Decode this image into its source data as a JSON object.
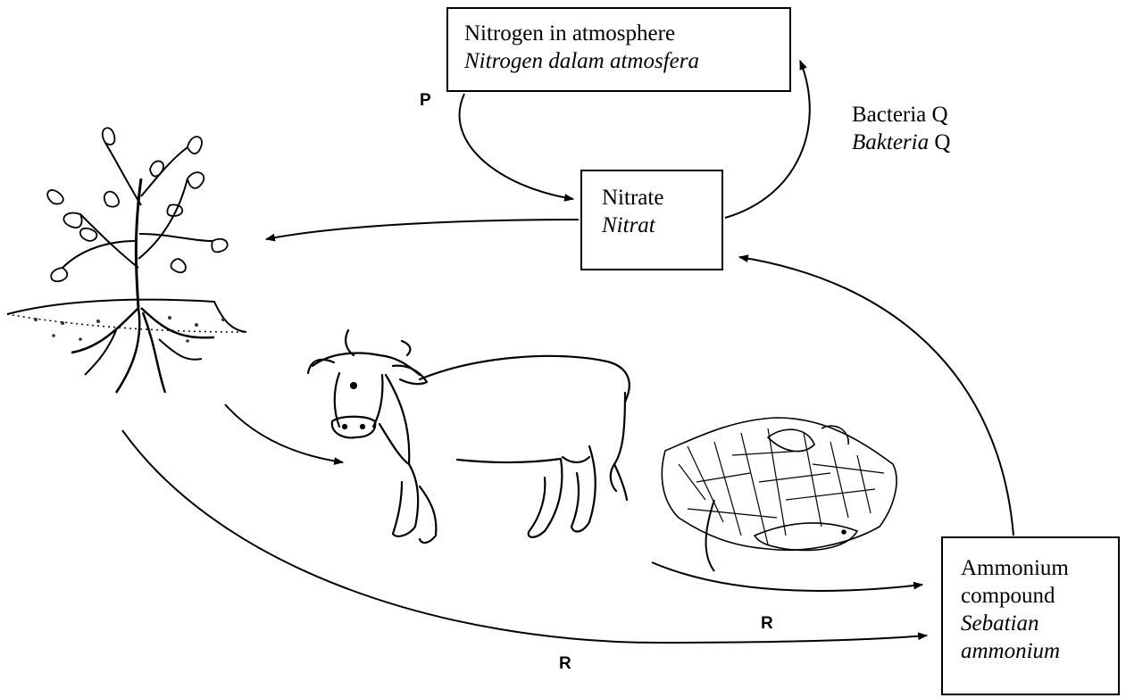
{
  "boxes": {
    "atmosphere": {
      "en": "Nitrogen in atmosphere",
      "ms": "Nitrogen dalam atmosfera"
    },
    "nitrate": {
      "en": "Nitrate",
      "ms": "Nitrat"
    },
    "ammonium": {
      "en_1": "Ammonium",
      "en_2": "compound",
      "ms_1": "Sebatian",
      "ms_2": "ammonium"
    }
  },
  "bacteria": {
    "en_word": "Bacteria",
    "ms_word": "Bakteria",
    "letter": "Q"
  },
  "labels": {
    "p": "P",
    "r_upper": "R",
    "r_lower": "R"
  },
  "icons": [
    "plant-icon",
    "cow-icon",
    "decaying-matter-icon"
  ]
}
